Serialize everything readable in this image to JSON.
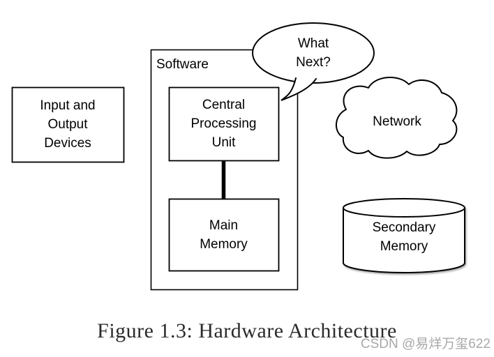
{
  "figure": {
    "caption": "Figure 1.3: Hardware Architecture",
    "watermark": "CSDN @易烊万玺622"
  },
  "diagram": {
    "nodes": {
      "io_devices": {
        "label": "Input and\nOutput\nDevices",
        "shape": "rectangle"
      },
      "software": {
        "label": "Software",
        "shape": "rectangle-container"
      },
      "cpu": {
        "label": "Central\nProcessing\nUnit",
        "shape": "rectangle"
      },
      "main_memory": {
        "label": "Main\nMemory",
        "shape": "rectangle"
      },
      "speech_bubble": {
        "label": "What\nNext?",
        "shape": "speech-bubble"
      },
      "network": {
        "label": "Network",
        "shape": "cloud"
      },
      "secondary_memory": {
        "label": "Secondary\nMemory",
        "shape": "cylinder"
      }
    },
    "edges": [
      {
        "from": "io_devices",
        "to": "cpu"
      },
      {
        "from": "cpu",
        "to": "network"
      },
      {
        "from": "cpu",
        "to": "main_memory"
      },
      {
        "from": "main_memory",
        "to": "secondary_memory"
      }
    ]
  },
  "colors": {
    "stroke": "#000000",
    "fill": "#ffffff",
    "caption_text": "#2b2b2b",
    "watermark_text": "#a8a8a8"
  }
}
